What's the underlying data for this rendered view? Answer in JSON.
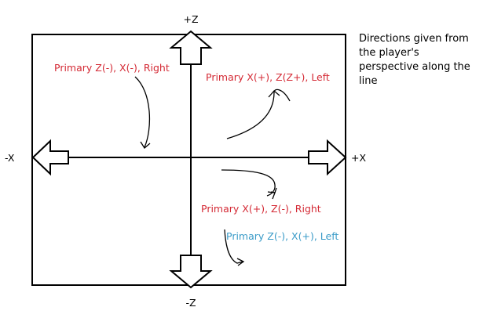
{
  "axes": {
    "pz": "+Z",
    "nz": "-Z",
    "px": "+X",
    "nx": "-X"
  },
  "quadrants": {
    "top_left": "Primary Z(-), X(-), Right",
    "top_right": "Primary X(+), Z(Z+), Left",
    "bottom_right": "Primary X(+), Z(-), Right",
    "bottom_right_2": "Primary Z(-), X(+), Left"
  },
  "note": "Directions given from the player's perspective along the line",
  "colors": {
    "red": "#d42a35",
    "blue": "#3a9bc8",
    "line": "#000000"
  }
}
